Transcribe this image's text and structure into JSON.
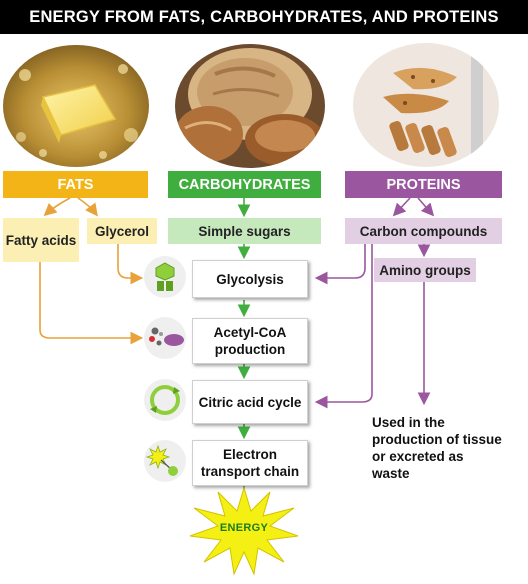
{
  "title": "ENERGY FROM FATS, CARBOHYDRATES, AND PROTEINS",
  "colors": {
    "fats": "#f3b417",
    "fats_light": "#fbefb3",
    "carbohydrates": "#3fae3f",
    "carbohydrates_light": "#c6e8bd",
    "proteins": "#9a579f",
    "proteins_light": "#e3cfe4",
    "arrow_fat": "#e8a23a",
    "arrow_carb": "#3fae3f",
    "arrow_protein": "#9a579f",
    "energy": "#f4f014"
  },
  "photos": [
    {
      "name": "butter-photo",
      "subject": "melting butter"
    },
    {
      "name": "bread-photo",
      "subject": "bread loaves"
    },
    {
      "name": "chicken-photo",
      "subject": "sliced grilled chicken"
    }
  ],
  "categories": {
    "fats": "FATS",
    "carbohydrates": "CARBOHYDRATES",
    "proteins": "PROTEINS"
  },
  "subcomponents": {
    "fatty_acids": "Fatty acids",
    "glycerol": "Glycerol",
    "simple_sugars": "Simple sugars",
    "carbon_compounds": "Carbon compounds",
    "amino_groups": "Amino groups"
  },
  "steps": {
    "glycolysis": "Glycolysis",
    "acetyl_coa": "Acetyl-CoA production",
    "citric_acid": "Citric acid cycle",
    "etc": "Electron transport chain"
  },
  "step_icons": [
    "glycolysis-icon",
    "acetyl-coa-icon",
    "citric-acid-cycle-icon",
    "electron-transport-icon"
  ],
  "energy_label": "ENERGY",
  "waste_note": "Used in the production of tissue or excreted as waste"
}
